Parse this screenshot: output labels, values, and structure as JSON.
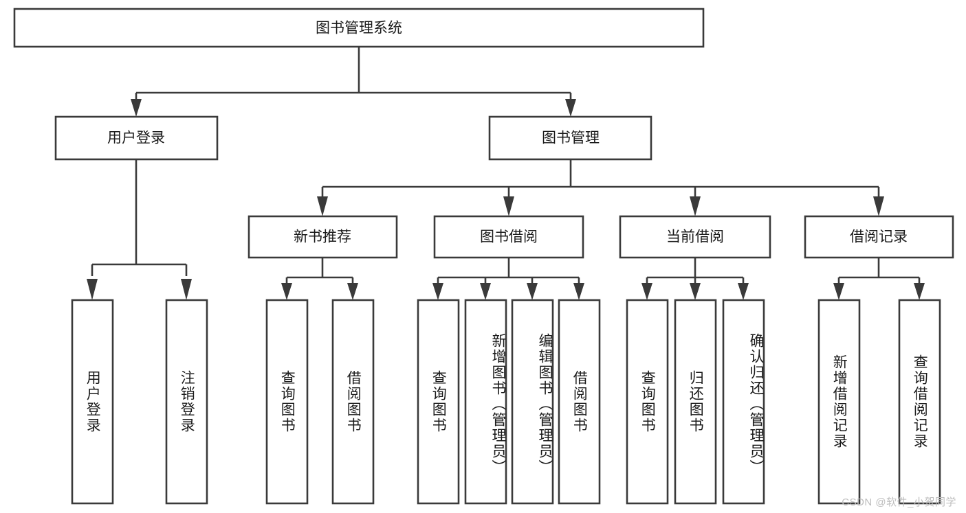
{
  "diagram": {
    "title": "图书管理系统",
    "type": "tree",
    "watermark": "CSDN @软件_小贺同学",
    "colors": {
      "box_stroke": "#3a3a3a",
      "box_fill": "#ffffff",
      "text": "#1a1a1a",
      "background": "#ffffff",
      "watermark": "#bdbdbd"
    },
    "root": {
      "label": "图书管理系统"
    },
    "level2": [
      {
        "label": "用户登录"
      },
      {
        "label": "图书管理"
      }
    ],
    "level3": [
      {
        "label": "新书推荐"
      },
      {
        "label": "图书借阅"
      },
      {
        "label": "当前借阅"
      },
      {
        "label": "借阅记录"
      }
    ],
    "leaves": {
      "user_login": [
        {
          "label": "用户登录"
        },
        {
          "label": "注销登录"
        }
      ],
      "new_book_recommend": [
        {
          "label": "查询图书"
        },
        {
          "label": "借阅图书"
        }
      ],
      "book_borrow": [
        {
          "label": "查询图书"
        },
        {
          "label": "新增图书（管理员）"
        },
        {
          "label": "编辑图书（管理员）"
        },
        {
          "label": "借阅图书"
        }
      ],
      "current_borrow": [
        {
          "label": "查询图书"
        },
        {
          "label": "归还图书"
        },
        {
          "label": "确认归还（管理员）"
        }
      ],
      "borrow_record": [
        {
          "label": "新增借阅记录"
        },
        {
          "label": "查询借阅记录"
        }
      ]
    }
  }
}
